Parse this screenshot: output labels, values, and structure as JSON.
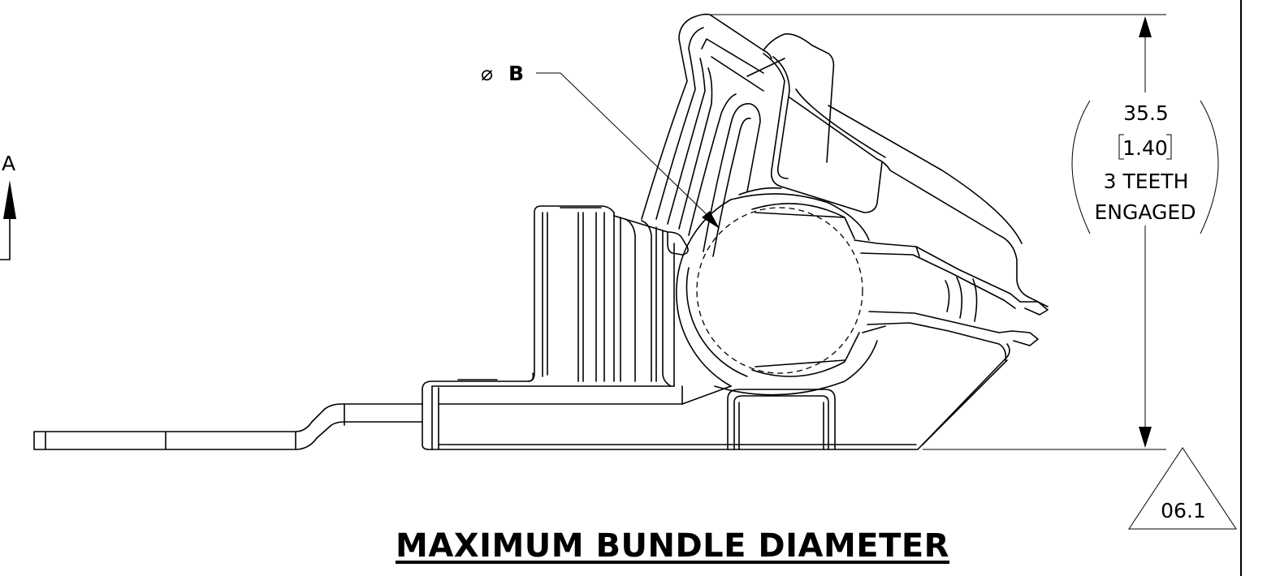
{
  "view_label": "A",
  "diameter_callout": {
    "symbol": "⌀",
    "label": "B"
  },
  "dimension": {
    "mm": "35.5",
    "inch": "1.40",
    "note_line1": "3 TEETH",
    "note_line2": "ENGAGED"
  },
  "revision_flag": "06.1",
  "title": "MAXIMUM BUNDLE DIAMETER"
}
